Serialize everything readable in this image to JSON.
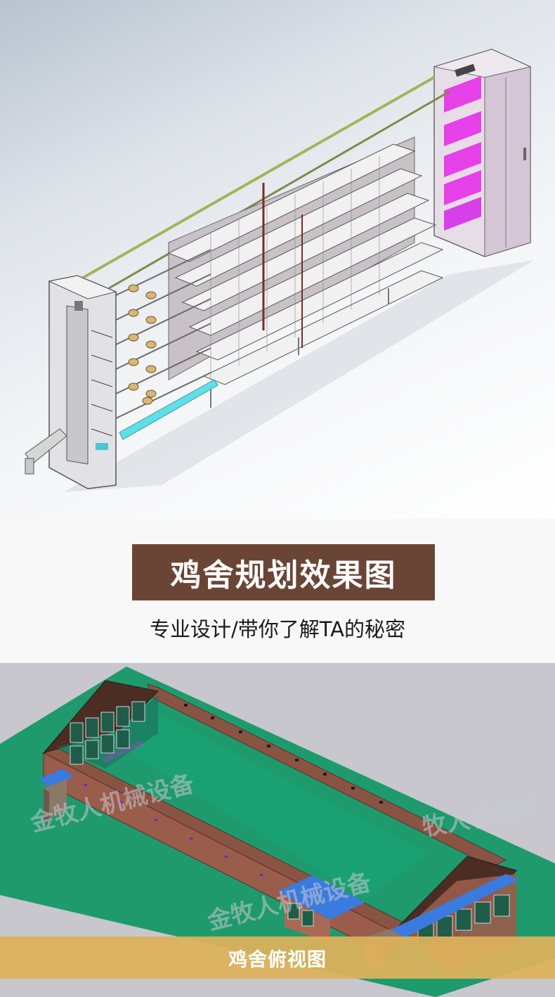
{
  "top_render": {
    "image_label": "layered cage render"
  },
  "section": {
    "title": "鸡舍规划效果图",
    "subtitle": "专业设计/带你了解TA的秘密",
    "title_bg_color": "#6a4535"
  },
  "bottom_render": {
    "watermarks": [
      "金牧人机械设备",
      "金牧人机械设备",
      "牧人机械设"
    ],
    "caption": "鸡舍俯视图",
    "caption_bg_color": "#deb25a",
    "ground_color": "#1e9a6c",
    "wall_color": "#8a5444",
    "roof_color": "#3a7be0"
  }
}
